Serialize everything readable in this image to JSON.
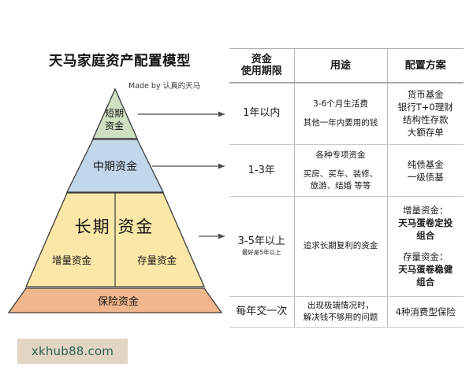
{
  "title": "天马家庭资产配置模型",
  "subtitle": "Made by 认真的天马",
  "watermark": "xkhub88.com",
  "colors": {
    "short_term": "#cfe0c3",
    "mid_term": "#c3d7ea",
    "long_term": "#fbe7a8",
    "insurance": "#f0b68c",
    "outline": "#3b3b3b",
    "watermark_bg": "#e2d5c3",
    "watermark_text": "#2a6058",
    "background": "#ffffff"
  },
  "pyramid": {
    "bands": [
      {
        "name": "short-term",
        "label": "短期\n资金",
        "line1": "短期",
        "line2": "资金",
        "color": "#cfe0c3"
      },
      {
        "name": "mid-term",
        "label": "中期资金",
        "color": "#c3d7ea"
      },
      {
        "name": "long-term",
        "label": "长期 资金",
        "color": "#fbe7a8",
        "left_sub": "增量资金",
        "right_sub": "存量资金"
      },
      {
        "name": "insurance",
        "label": "保险资金",
        "color": "#f0b68c"
      }
    ],
    "arrows": 3
  },
  "table": {
    "headers": [
      "资金\n使用期限",
      "用途",
      "配置方案"
    ],
    "header_col0_line1": "资金",
    "header_col0_line2": "使用期限",
    "header_col1": "用途",
    "header_col2": "配置方案",
    "rows": [
      {
        "term": "1年以内",
        "term_sub": "",
        "use": [
          "3-6个月生活费",
          "其他一年内要用的钱"
        ],
        "plan": [
          "货币基金",
          "银行T+0理财",
          "结构性存款",
          "大额存单"
        ]
      },
      {
        "term": "1-3年",
        "term_sub": "",
        "use": [
          "各种专项资金",
          "买房、买车、装修、",
          "旅游、结婚 等等"
        ],
        "plan": [
          "纯债基金",
          "一级债基"
        ]
      },
      {
        "term": "3-5年以上",
        "term_sub": "最好是5年以上",
        "use": [
          "追求长期复利的资金"
        ],
        "plan_group1_title": "增量资金：",
        "plan_group1_body": [
          "天马蛋卷定投",
          "组合"
        ],
        "plan_group2_title": "存量资金：",
        "plan_group2_body": [
          "天马蛋卷稳健",
          "组合"
        ]
      },
      {
        "term": "每年交一次",
        "term_sub": "",
        "use": [
          "出现极端情况时，",
          "解决钱不够用的问题"
        ],
        "plan": [
          "4种消费型保险"
        ]
      }
    ]
  }
}
